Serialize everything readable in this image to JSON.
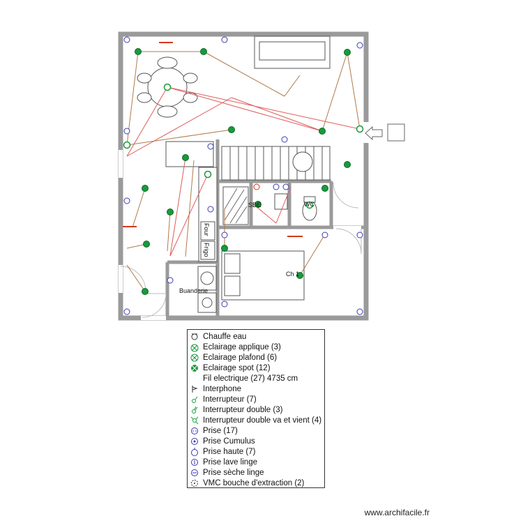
{
  "plan": {
    "rooms": {
      "sde": "SDE",
      "wc": "WC",
      "ch1": "Ch 1",
      "buanderie": "Buanderie",
      "four": "Four",
      "frigo": "Frigo"
    }
  },
  "legend": {
    "items": [
      {
        "label": "Chauffe eau",
        "icon": "water-heater-icon"
      },
      {
        "label": "Eclairage applique (3)",
        "icon": "wall-light-icon"
      },
      {
        "label": "Eclairage plafond (6)",
        "icon": "ceiling-light-icon"
      },
      {
        "label": "Eclairage spot (12)",
        "icon": "spot-light-icon"
      },
      {
        "label": "Fil electrique (27) 4735 cm",
        "icon": "wire-icon"
      },
      {
        "label": "Interphone",
        "icon": "intercom-icon"
      },
      {
        "label": "Interrupteur (7)",
        "icon": "switch-icon"
      },
      {
        "label": "Interrupteur double (3)",
        "icon": "double-switch-icon"
      },
      {
        "label": "Interrupteur double va et vient (4)",
        "icon": "two-way-switch-icon"
      },
      {
        "label": "Prise (17)",
        "icon": "socket-icon"
      },
      {
        "label": "Prise Cumulus",
        "icon": "cumulus-socket-icon"
      },
      {
        "label": "Prise haute (7)",
        "icon": "high-socket-icon"
      },
      {
        "label": "Prise lave linge",
        "icon": "washer-socket-icon"
      },
      {
        "label": "Prise sèche linge",
        "icon": "dryer-socket-icon"
      },
      {
        "label": "VMC bouche d'extraction (2)",
        "icon": "vmc-icon"
      }
    ]
  },
  "footer": {
    "text": "www.archifacile.fr"
  },
  "colors": {
    "wall": "#9a9a9a",
    "wire_red": "#e05a5a",
    "wire_brown": "#b07a4a",
    "spot_green": "#1a9a3a",
    "socket_blue": "#3a3ab0"
  }
}
